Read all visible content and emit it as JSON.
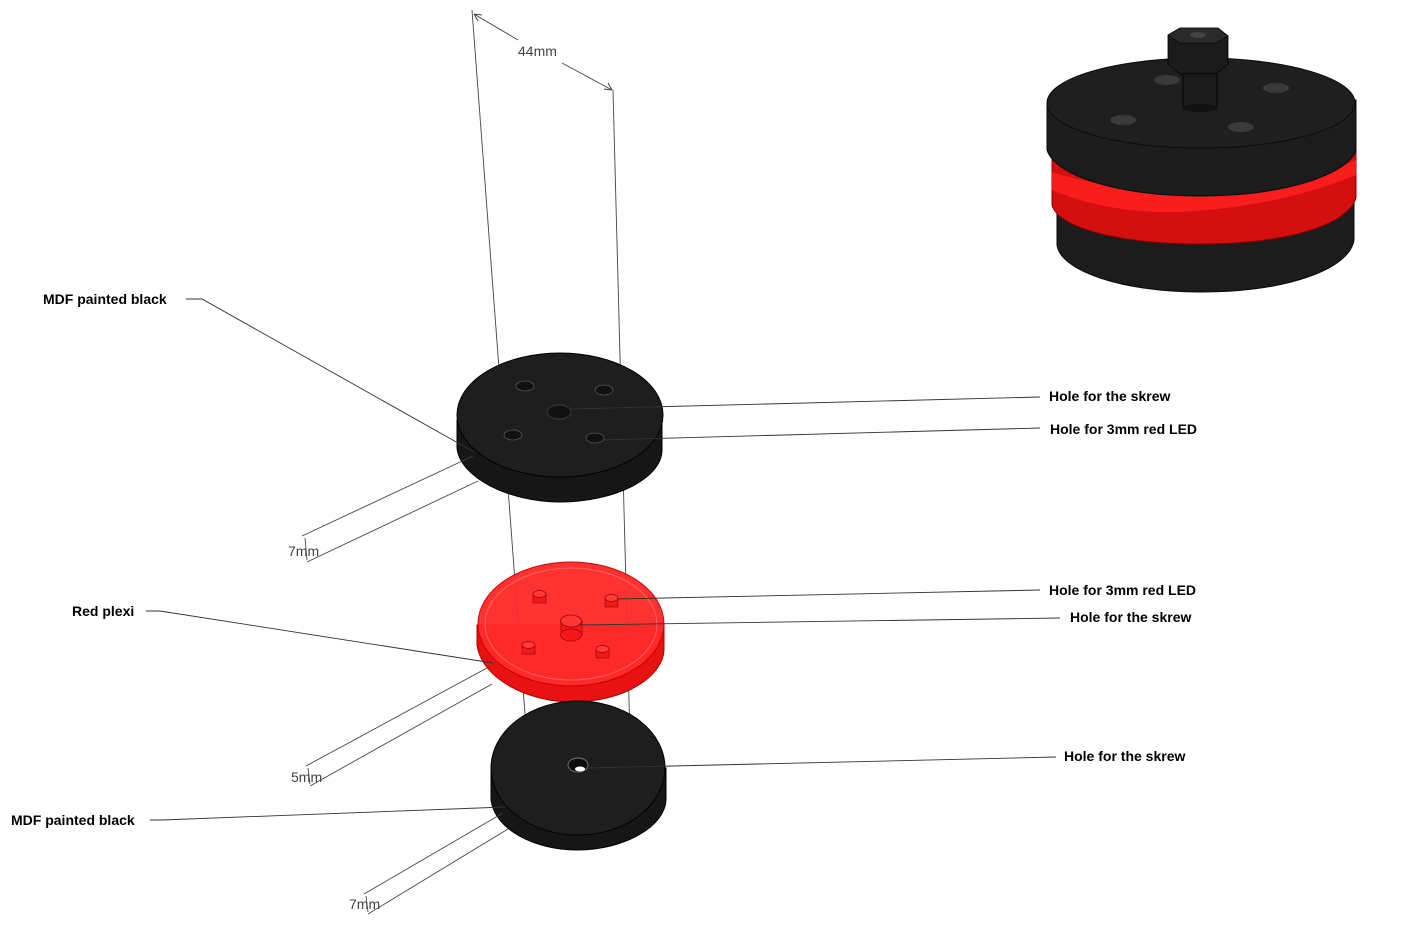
{
  "dimensions": {
    "width_label": "44mm",
    "top_thickness_label": "7mm",
    "middle_thickness_label": "5mm",
    "bottom_thickness_label": "7mm"
  },
  "callouts": {
    "top_material": "MDF painted black",
    "top_screw_hole": "Hole for the skrew",
    "top_led_hole": "Hole for 3mm red LED",
    "middle_material": "Red plexi",
    "middle_led_hole": "Hole for 3mm red LED",
    "middle_screw_hole": "Hole for the skrew",
    "bottom_screw_hole": "Hole for the skrew",
    "bottom_material": "MDF painted black"
  },
  "colors": {
    "mdf_black": "#1e1e1e",
    "mdf_edge": "#161616",
    "plexi_red": "#ff2a2a",
    "plexi_edge": "#e21010"
  }
}
